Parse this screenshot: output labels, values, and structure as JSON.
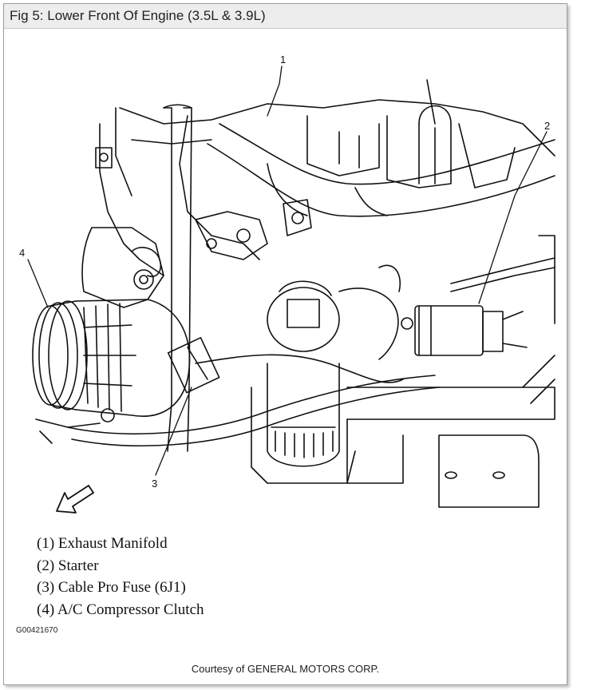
{
  "figure": {
    "title": "Fig 5: Lower Front Of Engine (3.5L & 3.9L)",
    "figure_id": "G00421670",
    "courtesy": "Courtesy of GENERAL MOTORS CORP."
  },
  "callouts": [
    {
      "number": "1",
      "label": "(1) Exhaust Manifold"
    },
    {
      "number": "2",
      "label": "(2) Starter"
    },
    {
      "number": "3",
      "label": "(3) Cable Pro Fuse (6J1)"
    },
    {
      "number": "4",
      "label": "(4) A/C Compressor Clutch"
    }
  ]
}
